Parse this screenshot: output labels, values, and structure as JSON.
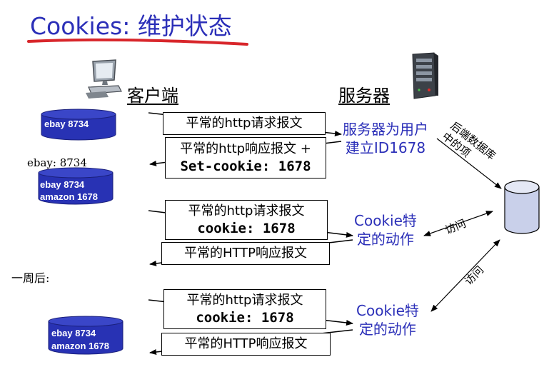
{
  "title": "Cookies: 维护状态",
  "client_label": "客户端",
  "server_label": "服务器",
  "db_label": "后端数据库\n中的项",
  "messages": {
    "req1": "平常的http请求报文",
    "resp1_line1": "平常的http响应报文 +",
    "resp1_line2": "Set-cookie: 1678",
    "req2_line1": "平常的http请求报文",
    "req2_line2": "cookie: 1678",
    "resp2": "平常的HTTP响应报文",
    "req3_line1": "平常的http请求报文",
    "req3_line2": "cookie: 1678",
    "resp3": "平常的HTTP响应报文"
  },
  "server_notes": {
    "create_line1": "服务器为用户",
    "create_line2": "建立ID1678",
    "action1_line1": "Cookie特",
    "action1_line2": "定的动作",
    "action2_line1": "Cookie特",
    "action2_line2": "定的动作"
  },
  "access_label_1": "访问",
  "access_label_2": "访问",
  "cookie_files": {
    "file1": [
      "ebay 8734"
    ],
    "file1_note": "ebay: 8734",
    "file2": [
      "ebay 8734",
      "amazon 1678"
    ],
    "file3": [
      "ebay 8734",
      "amazon 1678"
    ]
  },
  "one_week_later": "一周后:",
  "colors": {
    "accent": "#2b2fb8",
    "cookie_fill": "#2832b4",
    "underline_red": "#d8262b",
    "db_fill": "#c9d0ea"
  },
  "icons": [
    "computer-icon",
    "server-icon",
    "database-icon"
  ]
}
